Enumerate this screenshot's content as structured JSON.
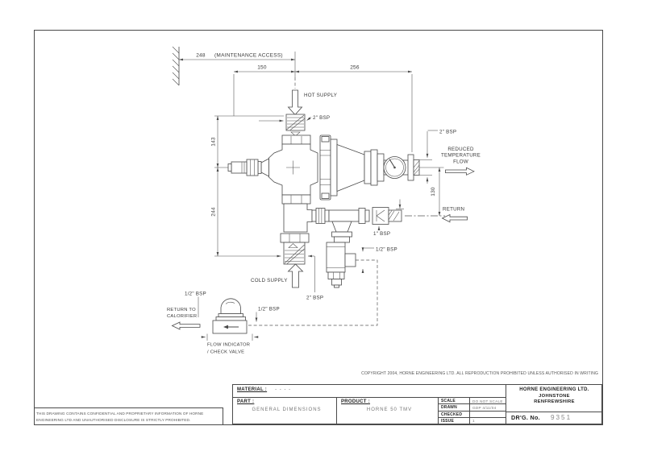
{
  "page": {
    "background": "#ffffff",
    "line_color": "#4a4a4a",
    "text_color": "#3a3a3a",
    "muted_color": "#8a8a8a"
  },
  "drawing": {
    "dimensions": {
      "maintenance_access_value": "248",
      "maintenance_access_note": "(MAINTENANCE ACCESS)",
      "top_left": "150",
      "top_right": "256",
      "left_upper": "143",
      "left_lower": "244",
      "right_vertical": "130"
    },
    "labels": {
      "hot_supply": "HOT SUPPLY",
      "hot_inlet_bsp": "2\" BSP",
      "outlet_bsp": "2\" BSP",
      "reduced_line1": "REDUCED",
      "reduced_line2": "TEMPERATURE",
      "reduced_line3": "FLOW",
      "return": "RETURN",
      "return_bsp": "1\" BSP",
      "drain_bsp": "1/2\" BSP",
      "cold_supply": "COLD SUPPLY",
      "cold_inlet_bsp": "2\" BSP",
      "calorifier_bsp": "1/2\" BSP",
      "indicator_bsp": "1/2\" BSP",
      "return_to_line1": "RETURN TO",
      "return_to_line2": "CALORIFIER",
      "flow_indicator_line1": "FLOW INDICATOR",
      "flow_indicator_line2": "/ CHECK VALVE"
    }
  },
  "copyright": "COPYRIGHT 2004, HORNE ENGINEERING LTD. ALL REPRODUCTION PROHIBITED UNLESS AUTHORISED IN WRITING",
  "title_block": {
    "material_label": "MATERIAL :",
    "material_value": "- - - -",
    "part_label": "PART :",
    "part_value": "GENERAL DIMENSIONS",
    "product_label": "PRODUCT :",
    "product_value": "HORNE 50 TMV",
    "scale_label": "SCALE",
    "scale_value": "DO NOT SCALE",
    "drawn_label": "DRAWN",
    "drawn_value": "GDP 4/11/04",
    "checked_label": "CHECKED",
    "checked_value": "",
    "issue_label": "ISSUE",
    "issue_value": "1",
    "company_line1": "HORNE ENGINEERING LTD.",
    "company_line2": "JOHNSTONE",
    "company_line3": "RENFREWSHIRE",
    "drg_no_label": "DR'G. No.",
    "drg_no_value": "9351"
  },
  "disclaimer_line1": "THIS DRAWING CONTAINS CONFIDENTIAL AND PROPRIETARY INFORMATION OF HORNE",
  "disclaimer_line2": "ENGINEERING LTD AND UNAUTHORISED DISCLOSURE IS STRICTLY PROHIBITED."
}
